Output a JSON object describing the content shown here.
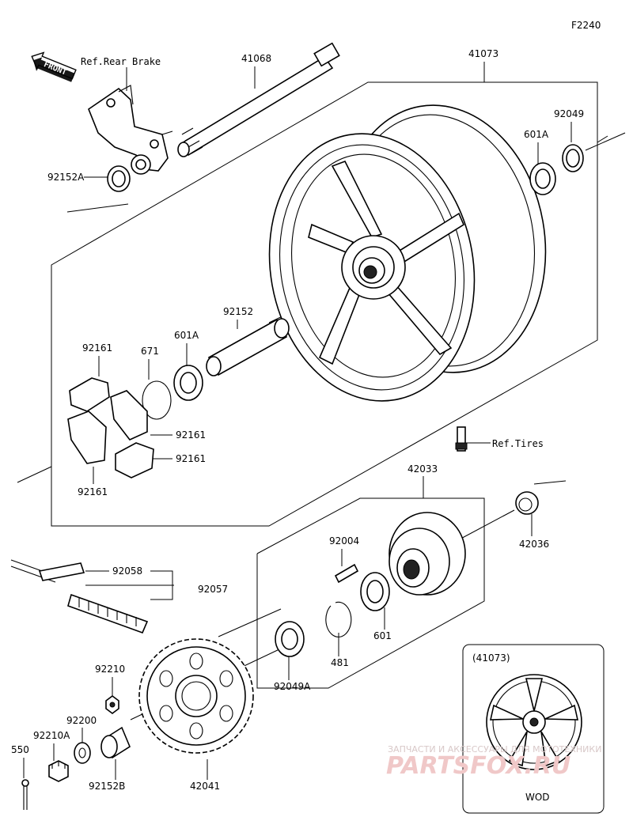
{
  "diagram_code": "F2240",
  "front_label": "FRONT",
  "refs": {
    "rear_brake": "Ref.Rear Brake",
    "tires": "Ref.Tires"
  },
  "parts": {
    "p41068": "41068",
    "p41073": "41073",
    "p92049": "92049",
    "p601A_top": "601A",
    "p92152A": "92152A",
    "p92152": "92152",
    "p601A_mid": "601A",
    "p671": "671",
    "p92161_a": "92161",
    "p92161_b": "92161",
    "p92161_c": "92161",
    "p92161_d": "92161",
    "p42033": "42033",
    "p42036": "42036",
    "p92004": "92004",
    "p92058": "92058",
    "p92057": "92057",
    "p601": "601",
    "p481": "481",
    "p92049A": "92049A",
    "p92210": "92210",
    "p92200": "92200",
    "p92210A": "92210A",
    "p550": "550",
    "p92152B": "92152B",
    "p42041": "42041"
  },
  "inset": {
    "title": "(41073)",
    "caption": "WOD"
  },
  "watermark": {
    "line1": "ЗАПЧАСТИ И АКСЕССУАРЫ ДЛЯ МОТОТЕХНИКИ",
    "line2": "PARTSFOX.RU"
  }
}
